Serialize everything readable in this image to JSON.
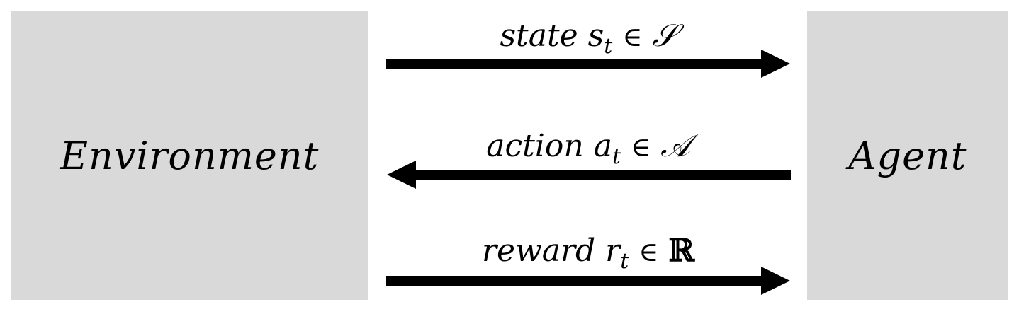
{
  "diagram": {
    "environment": {
      "label": "Environment",
      "fill": "#d9d9d9"
    },
    "agent": {
      "label": "Agent",
      "fill": "#d9d9d9"
    },
    "arrow_color": "#000000",
    "signals": [
      {
        "word": "state",
        "var": "s",
        "sub": "t",
        "relation": "∈",
        "set": "𝒮",
        "direction": "environment-to-agent"
      },
      {
        "word": "action",
        "var": "a",
        "sub": "t",
        "relation": "∈",
        "set": "𝒜",
        "direction": "agent-to-environment"
      },
      {
        "word": "reward",
        "var": "r",
        "sub": "t",
        "relation": "∈",
        "set": "ℝ",
        "direction": "environment-to-agent"
      }
    ]
  }
}
